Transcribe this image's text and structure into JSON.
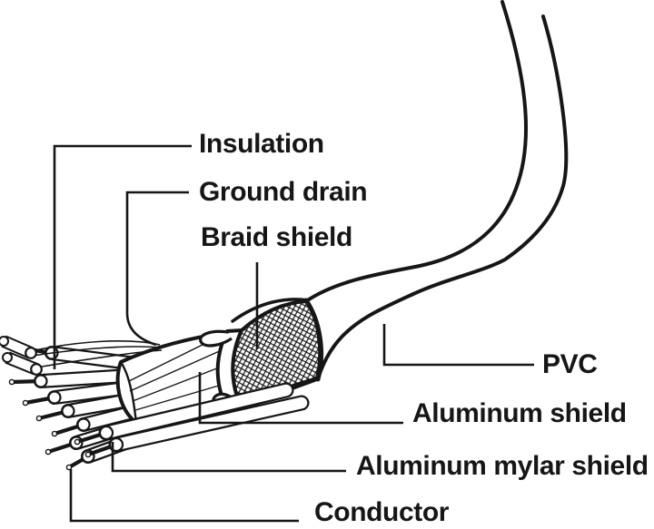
{
  "diagram": {
    "subject": "shielded multi-conductor cable cutaway illustration",
    "background_color": "#ffffff",
    "ink_color": "#161616",
    "labels": {
      "insulation": "Insulation",
      "ground_drain": "Ground drain",
      "braid_shield": "Braid shield",
      "pvc": "PVC",
      "aluminum_shield": "Aluminum shield",
      "aluminum_mylar_shield": "Aluminum mylar shield",
      "conductor": "Conductor"
    }
  }
}
